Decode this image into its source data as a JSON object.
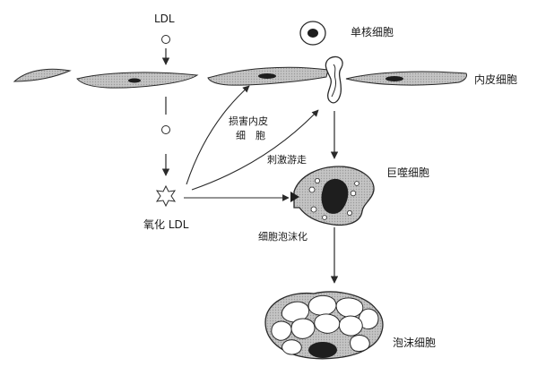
{
  "labels": {
    "ldl": "LDL",
    "monocyte": "单核细胞",
    "endothelial_cell": "内皮细胞",
    "damage_line1": "损害内皮",
    "damage_line2": "细　胞",
    "stimulate_migration": "刺激游走",
    "macrophage": "巨噬细胞",
    "oxidized_ldl": "氧化 LDL",
    "foam_transformation": "细胞泡沫化",
    "foam_cell": "泡沫细胞"
  },
  "colors": {
    "cell_fill": "#bdbdbd",
    "nucleus": "#1e1e1e",
    "stroke": "#2a2a2a",
    "vesicle_fill": "#ffffff"
  }
}
